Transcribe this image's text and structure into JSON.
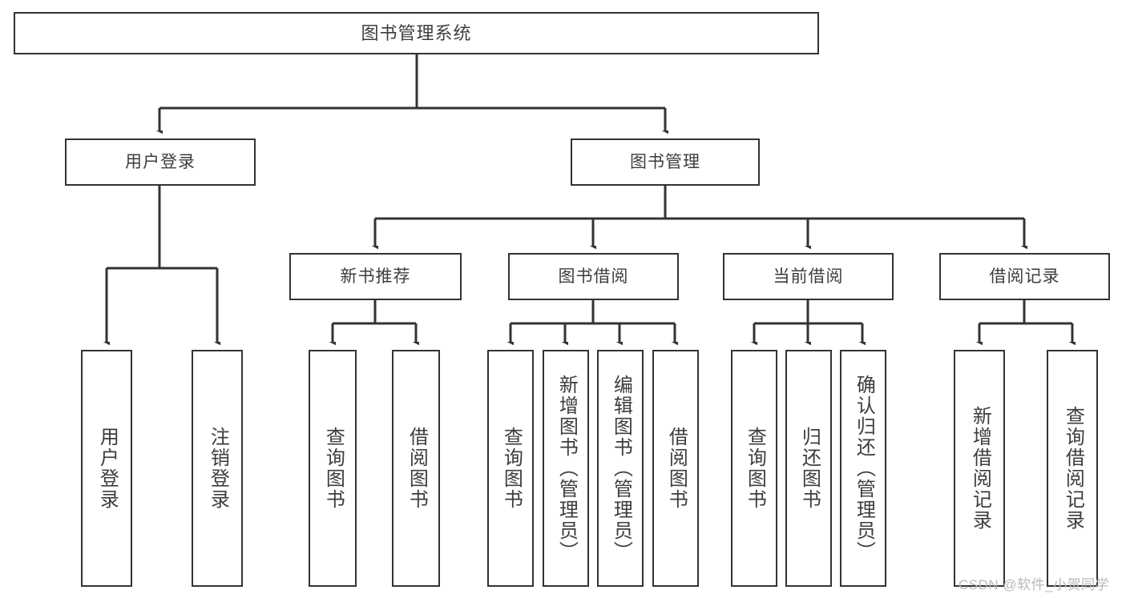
{
  "diagram": {
    "title": "图书管理系统",
    "watermark": "CSDN @软件_小贺同学",
    "colors": {
      "border": "#333333",
      "text": "#3d3d3d",
      "background": "#ffffff",
      "watermark": "#b9b9b9"
    },
    "root": {
      "label": "图书管理系统"
    },
    "level2": [
      {
        "label": "用户登录"
      },
      {
        "label": "图书管理"
      }
    ],
    "level3": [
      {
        "label": "新书推荐"
      },
      {
        "label": "图书借阅"
      },
      {
        "label": "当前借阅"
      },
      {
        "label": "借阅记录"
      }
    ],
    "leaves": [
      {
        "label": "用户登录",
        "parent": "用户登录"
      },
      {
        "label": "注销登录",
        "parent": "用户登录"
      },
      {
        "label": "查询图书",
        "parent": "新书推荐"
      },
      {
        "label": "借阅图书",
        "parent": "新书推荐"
      },
      {
        "label": "查询图书",
        "parent": "图书借阅"
      },
      {
        "label": "新增图书（管理员）",
        "parent": "图书借阅"
      },
      {
        "label": "编辑图书（管理员）",
        "parent": "图书借阅"
      },
      {
        "label": "借阅图书",
        "parent": "图书借阅"
      },
      {
        "label": "查询图书",
        "parent": "当前借阅"
      },
      {
        "label": "归还图书",
        "parent": "当前借阅"
      },
      {
        "label": "确认归还（管理员）",
        "parent": "当前借阅"
      },
      {
        "label": "新增借阅记录",
        "parent": "借阅记录"
      },
      {
        "label": "查询借阅记录",
        "parent": "借阅记录"
      }
    ]
  }
}
